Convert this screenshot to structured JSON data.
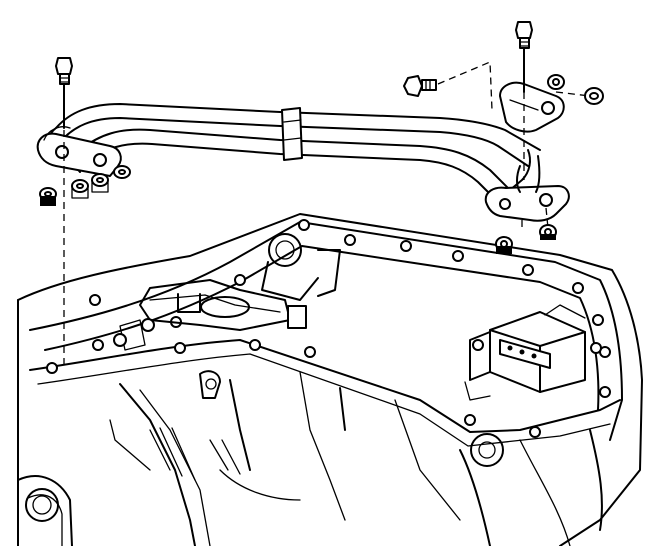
{
  "figure": {
    "type": "exploded-view line drawing",
    "style": "black ink on white",
    "colors": {
      "ink": "#000000",
      "paper": "#ffffff"
    },
    "parts": [
      {
        "id": "left-bolt",
        "icon": "bolt-icon"
      },
      {
        "id": "right-bolt",
        "icon": "bolt-icon"
      },
      {
        "id": "horizontal-bolt",
        "icon": "bolt-icon"
      },
      {
        "id": "cooler-lines",
        "icon": "pipe-icon"
      },
      {
        "id": "line-clip",
        "icon": "clip-icon"
      },
      {
        "id": "left-flange",
        "icon": "flange-icon"
      },
      {
        "id": "right-flange-upper",
        "icon": "flange-icon"
      },
      {
        "id": "right-flange-lower",
        "icon": "flange-icon"
      },
      {
        "id": "seal-rings",
        "icon": "o-ring-icon"
      },
      {
        "id": "transmission-case",
        "icon": "housing-icon"
      }
    ]
  }
}
